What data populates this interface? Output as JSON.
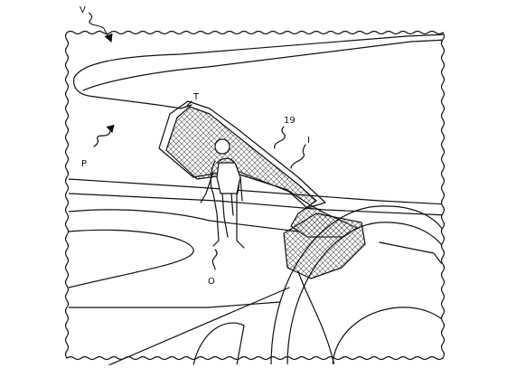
{
  "figure": {
    "colors": {
      "line": "#111111",
      "hatch": "#555555",
      "paper": "#ffffff"
    },
    "labels": {
      "view": "V",
      "pillar_top": "T",
      "display_ref": "19",
      "pillar_ref": "I",
      "pillar_panel": "P",
      "object": "O"
    }
  }
}
